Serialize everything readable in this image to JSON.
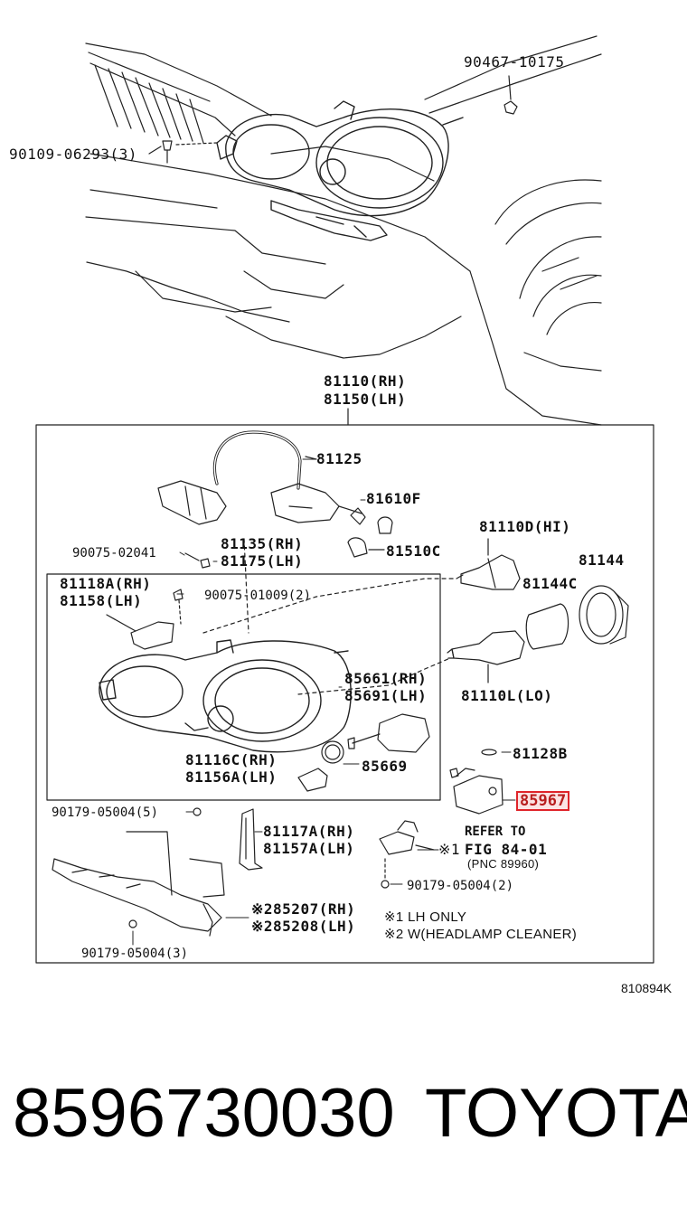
{
  "parts": {
    "p90467": "90467-10175",
    "p90109": "90109-06293(3)",
    "assy_rh": "81110(RH)",
    "assy_lh": "81150(LH)",
    "p81125": "81125",
    "p81610f": "81610F",
    "p81510c": "81510C",
    "p81110d": "81110D(HI)",
    "p81144": "81144",
    "p81144c": "81144C",
    "p90075a": "90075-02041",
    "p81135": "81135(RH)",
    "p81175": "81175(LH)",
    "p81118a": "81118A(RH)",
    "p81158": "81158(LH)",
    "p90075b": "90075-01009(2)",
    "p85661": "85661(RH)",
    "p85691": "85691(LH)",
    "p81110l": "81110L(LO)",
    "p81128b": "81128B",
    "p81116c": "81116C(RH)",
    "p81156a": "81156A(LH)",
    "p85669": "85669",
    "p85967": "85967",
    "p90179a": "90179-05004(5)",
    "p81117a": "81117A(RH)",
    "p81157a": "81157A(LH)",
    "refer": "REFER TO",
    "fig": "FIG 84-01",
    "pnc": "(PNC 89960)",
    "mark1": "※1",
    "p90179b": "90179-05004(2)",
    "p85207": "※285207(RH)",
    "p85208": "※285208(LH)",
    "note1": "※1 LH ONLY",
    "note2": "※2 W(HEADLAMP CLEANER)",
    "p90179c": "90179-05004(3)"
  },
  "illustration_code": "810894K",
  "highlight_color": "#e0242a",
  "footer": {
    "part_number": "8596730030",
    "brand": "TOYOTA"
  }
}
